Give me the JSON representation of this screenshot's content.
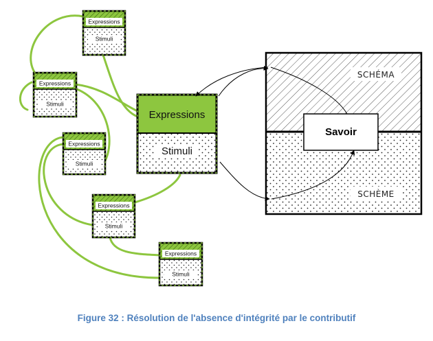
{
  "diagram": {
    "small_box": {
      "top_label": "Expressions",
      "bottom_label": "Stimuli"
    },
    "central_box": {
      "top_label": "Expressions",
      "bottom_label": "Stimuli"
    },
    "panel": {
      "top_label": "SCHÉMA",
      "bottom_label": "SCHÈME",
      "center_label": "Savoir"
    },
    "colors": {
      "green": "#8dc63f",
      "caption_blue": "#4f81bd",
      "ink": "#000000"
    }
  },
  "caption": "Figure 32 : Résolution de l'absence d'intégrité par le contributif"
}
